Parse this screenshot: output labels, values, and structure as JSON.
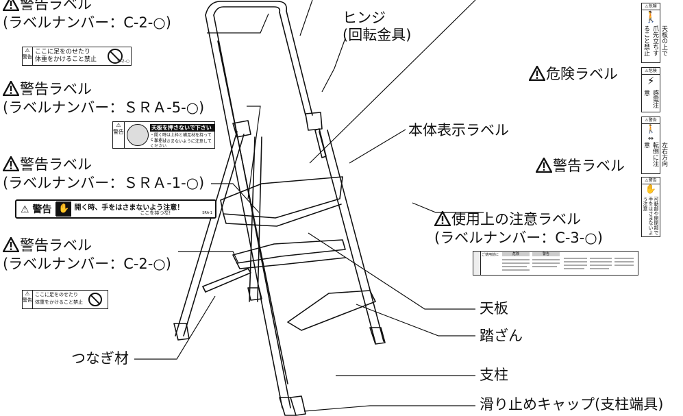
{
  "labels": {
    "warn_c2_top": {
      "title": "警告ラベル",
      "number": "(ラベルナンバー：C-2-○)"
    },
    "warn_sra5": {
      "title": "警告ラベル",
      "number": "(ラベルナンバー：ＳＲＡ-5-○)"
    },
    "warn_sra1": {
      "title": "警告ラベル",
      "number": "(ラベルナンバー：ＳＲＡ-1-○)"
    },
    "warn_c2_bottom": {
      "title": "警告ラベル",
      "number": "(ラベルナンバー：C-2-○)"
    },
    "hinge": {
      "line1": "ヒンジ",
      "line2": "(回転金具)"
    },
    "danger_label": "危険ラベル",
    "body_label": "本体表示ラベル",
    "warning_label": "警告ラベル",
    "usage_caution": {
      "title": "使用上の注意ラベル",
      "number": "(ラベルナンバー：C-3-○)"
    },
    "top_plate": "天板",
    "step": "踏ざん",
    "post": "支柱",
    "foot_cap": "滑り止めキャップ(支柱端具)",
    "connector": "つなぎ材"
  },
  "stickers": {
    "c2": {
      "warn": "警告",
      "line1": "ここに足をのせたり",
      "line2": "体重をかけること禁止",
      "code": "C-2-○"
    },
    "sra5": {
      "warn": "警告",
      "title": "天板を押さないで下さい",
      "line1": "・開く時は上枠と補足材を持ってください",
      "line2": "・手をはさまないように注意してください"
    },
    "sra1": {
      "warn": "警告",
      "title": "開く時、手をはさまないよう注意！",
      "sub": "ここを持つな!",
      "code": "SRA-1"
    },
    "right1": {
      "head": "危険",
      "text": "天板の上で爪先立ちすること禁止"
    },
    "right2": {
      "head": "危険",
      "text": "感電注意"
    },
    "right3": {
      "head": "警告",
      "text": "左右方向転倒に注意"
    },
    "right4": {
      "head": "警告",
      "text": "可動部や開閉部で手をはさまないよう注意"
    },
    "c3": {
      "head1": "ご使用前に",
      "head2": "危険",
      "head3": "警告"
    }
  }
}
